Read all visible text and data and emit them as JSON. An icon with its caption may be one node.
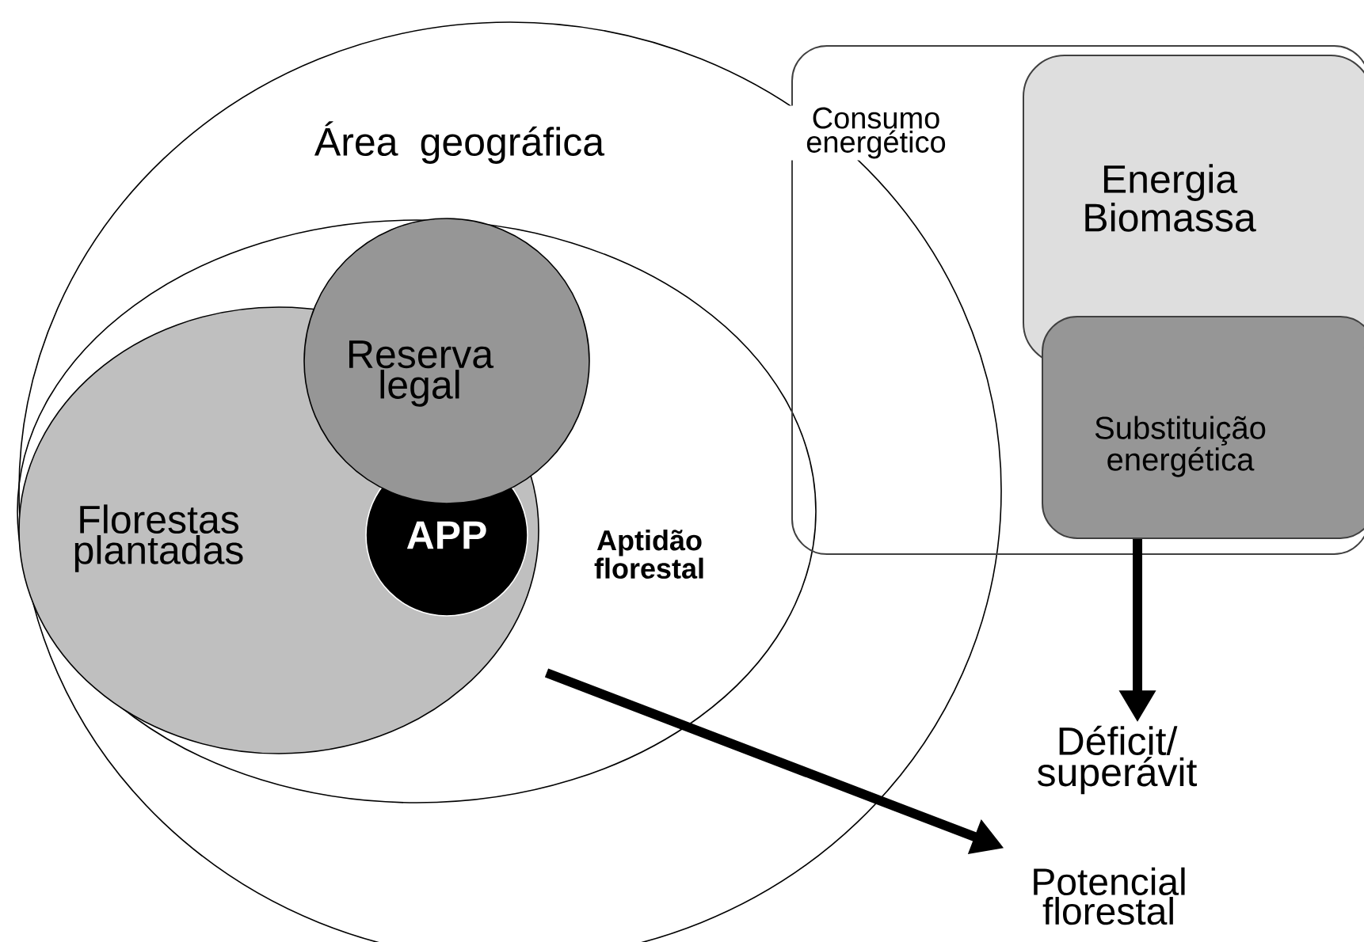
{
  "diagram": {
    "nodes": [
      {
        "text": [
          "Área geográfica"
        ]
      },
      {
        "text": [
          "Aptidão florestal"
        ],
        "in": 0
      },
      {
        "text": [
          "Florestas plantadas"
        ],
        "in": 1
      },
      {
        "text": [
          "Reserva legal"
        ],
        "in": 1
      },
      {
        "text": [
          "APP"
        ],
        "in": 2
      },
      {
        "text": [
          "Consumo energético"
        ]
      },
      {
        "text": [
          "Energia Biomassa"
        ],
        "in": 5
      },
      {
        "text": [
          "Substituição energética"
        ],
        "in": 5
      },
      {
        "text": [
          "Déficit/ superávit"
        ]
      },
      {
        "text": [
          "Potencial florestal"
        ]
      }
    ],
    "edges": [
      {
        "from": 7,
        "to": 8,
        "arrow": "to"
      },
      {
        "from": null,
        "to": 9,
        "arrow": "to"
      }
    ]
  }
}
